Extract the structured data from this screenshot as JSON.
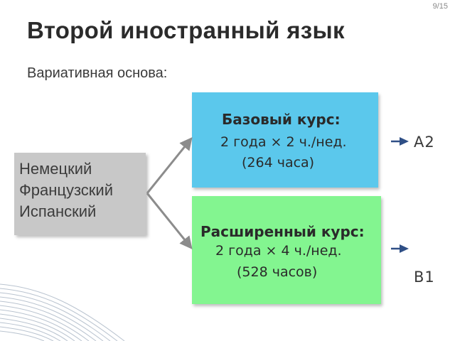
{
  "page_number": "9/15",
  "title": "Второй иностранный язык",
  "subtitle": "Вариативная основа:",
  "languages": [
    "Немецкий",
    "Французский",
    "Испанский"
  ],
  "courses": {
    "basic": {
      "title": "Базовый курс:",
      "line1": "2 года × 2 ч./нед.",
      "line2": "(264 часа)",
      "level": "A2",
      "color": "#5bc8ec"
    },
    "extended": {
      "title": "Расширенный курс:",
      "line1": "2 года × 4 ч./нед.",
      "line2": "(528 часов)",
      "level": "B1",
      "color": "#83f590"
    }
  },
  "colors": {
    "language_box": "#c8c8c8",
    "branch_arrows": "#8c8c8c",
    "level_arrows": "#2f4f86"
  }
}
